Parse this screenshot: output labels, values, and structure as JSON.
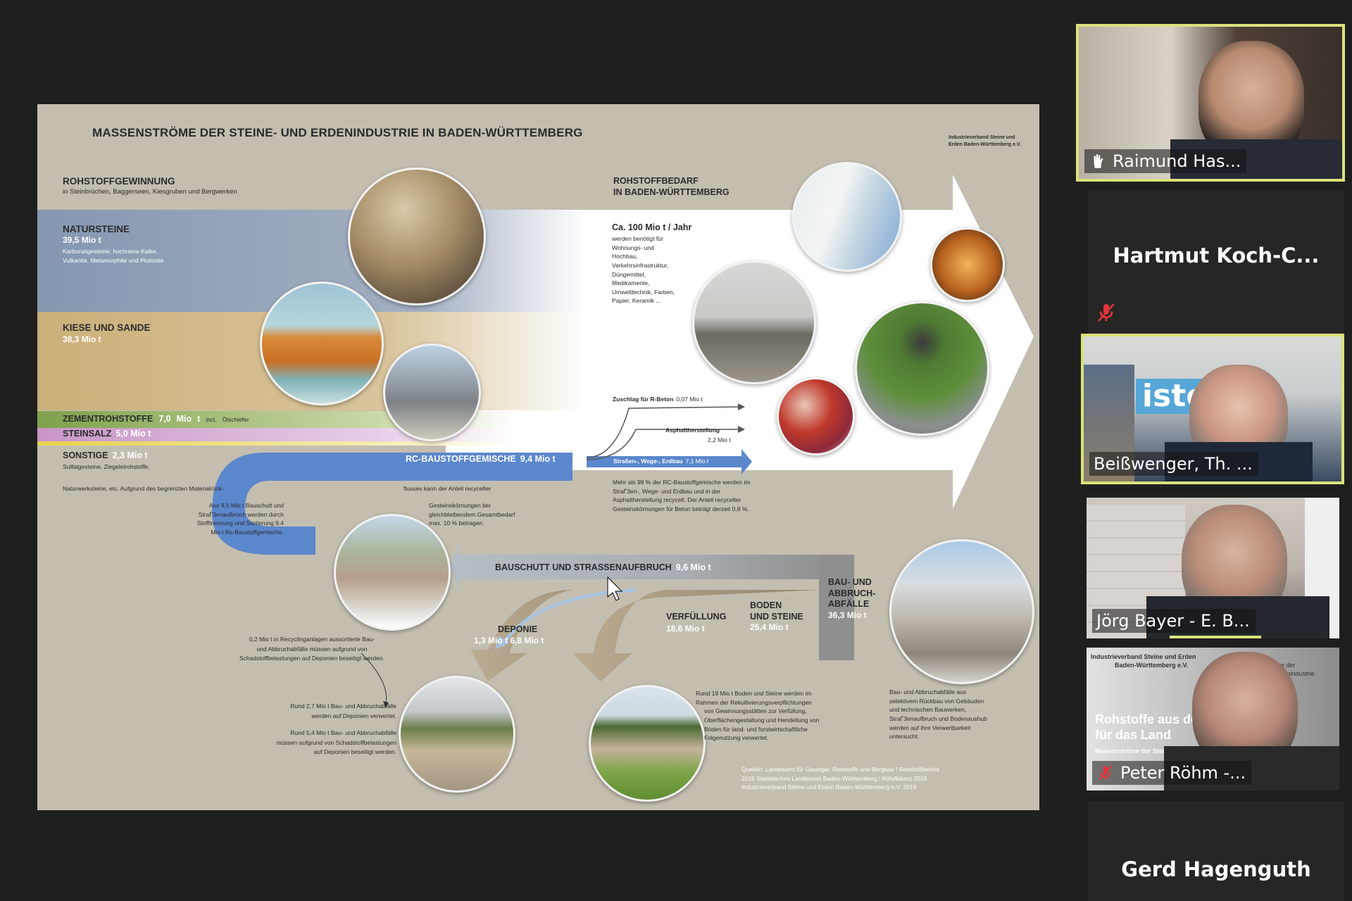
{
  "slide": {
    "title": "MASSENSTRÖME DER STEINE- UND ERDENINDUSTRIE IN BADEN-WÜRTTEMBERG",
    "org_line1": "Industrieverband Steine und",
    "org_line2": "Erden Baden-Württemberg e.V.",
    "rohstoffgewinnung": {
      "heading": "ROHSTOFFGEWINNUNG",
      "subtitle": "in Steinbrüchen, Baggerseen, Kiesgruben und Bergwerken"
    },
    "natursteine": {
      "heading": "NATURSTEINE",
      "amount": "39,5 Mio t",
      "desc1": "Karbonatgesteine, hochreine Kalke,",
      "desc2": "Vulkanite, Metamorphite und Plutonite"
    },
    "kiese": {
      "heading": "KIESE UND SANDE",
      "amount": "38,3 Mio t"
    },
    "zement": {
      "heading": "ZEMENTROHSTOFFE",
      "amount_num": "7,0",
      "amount_unit": "Mio",
      "amount_t": "t",
      "note": "incl.",
      "note2": "Ölschiefer"
    },
    "steinsalz": {
      "heading": "STEINSALZ",
      "amount": "5,0 Mio t"
    },
    "sonstige": {
      "heading": "SONSTIGE",
      "amount": "2,3 Mio t",
      "desc1": "Sulfatgesteine, Ziegeleirohstoffe,",
      "desc2": "Naturwerksteine, etc. Aufgrund des begrenzten Materialrück-",
      "desc3": "flusses kann der Anteil recycelter"
    },
    "bedarf": {
      "heading1": "ROHSTOFFBEDARF",
      "heading2": "IN BADEN-WÜRTTEMBERG",
      "amount": "Ca. 100 Mio t / Jahr",
      "lines": [
        "werden benötigt für",
        "Wohnungs- und",
        "Hochbau,",
        "Verkehrsinfrastruktur,",
        "Düngemittel,",
        "Medikamente,",
        "Umwelttechnik, Farben,",
        "Papier, Keramik ..."
      ]
    },
    "rc_beton": {
      "label": "Zuschlag für R-Beton",
      "amount": "0,07 Mio t"
    },
    "asphalt": {
      "label": "Asphaltherstellung",
      "amount": "2,2 Mio t"
    },
    "strassen": {
      "label": "Straßen-, Wege-, Erdbau",
      "amount": "7,1 Mio t"
    },
    "rc_mix": {
      "label": "RC-BAUSTOFFGEMISCHE",
      "amount": "9,4 Mio t"
    },
    "mehr_als": {
      "lines": [
        "Mehr als 99 % der RC-Baustoffgemische werden im",
        "StraЃ3en-, Wege- und Erdbau und in der",
        "Asphaltherstellung recycelt. Der Anteil recycelter",
        "Gesteinskörnungen für Beton beträgt derzeit 0,8 %."
      ]
    },
    "gestein": {
      "lines": [
        "Gesteinskörnungen bei",
        "gleichbleibendem Gesamtbedarf",
        "max. 10 % betragen."
      ]
    },
    "aus96": {
      "lines": [
        "Aus 9,6 Mio t Bauschutt und",
        "StraЃ3enaufbruch werden durch",
        "Stofftrennung und Sortierung 9,4",
        "Mio t Rc-Baustoffgemische."
      ]
    },
    "bauschutt": {
      "label": "BAUSCHUTT UND STRASSENAUFBRUCH",
      "amount": "9,6 Mio t"
    },
    "bau_abbruch": {
      "l1": "BAU- UND",
      "l2": "ABBRUCH-",
      "l3": "ABFÄLLE",
      "amount": "36,3 Mio t"
    },
    "boden": {
      "l1": "BODEN",
      "l2": "UND STEINE",
      "amount": "25,4 Mio t"
    },
    "verfuellung": {
      "label": "VERFÜLLUNG",
      "amount": "18,6 Mio t"
    },
    "deponie": {
      "label": "DEPONIE",
      "amount": "1,3 Mio t 6,8 Mio t"
    },
    "note_02": {
      "lines": [
        "0,2 Mio t in Recyclinganlagen aussortierte Bau-",
        "und Abbruchabfälle müssen aufgrund von",
        "Schadstoffbelastungen auf Deponien beseitigt werden."
      ]
    },
    "note_27": {
      "lines": [
        "Rund 2,7 Mio t Bau- und Abbruchabfälle",
        "werden auf Deponien verwertet."
      ]
    },
    "note_54": {
      "lines": [
        "Rund 5,4 Mio t Bau- und Abbruchabfälle",
        "müssen aufgrund von Schadstoffbelastungen",
        "auf Deponien beseitigt werden."
      ]
    },
    "note_19": {
      "lines": [
        "Rund 19 Mio t Boden und Steine werden im",
        "Rahmen der Rekultivierungsverpflichtungen",
        "von Gewinnungsstätten zur Verfüllung,",
        "Oberflächengestaltung und Herstellung von",
        "Böden für land- und forstwirtschaftliche",
        "Folgenutzung verwertet."
      ]
    },
    "note_bau": {
      "lines": [
        "Bau- und Abbruchabfälle aus",
        "selektivem Rückbau von Gebäuden",
        "und technischen Bauwerken,",
        "StraЃ3enaufbruch und Bodenaushub",
        "werden auf ihre Verwertbarkeit",
        "untersucht."
      ]
    },
    "quellen": {
      "lines": [
        "Quellen: Landesamt für Geologie, Rohstoffe und Bergbau ! Rohstoffbericht",
        "2015 Statistisches Landesamt Baden-Württemberg ! Abfallbilanz 2016",
        "Industrieverband Steine und Erden Baden-Württemberg e.V. 2016"
      ]
    }
  },
  "participants": [
    {
      "name": "Raimund Has...",
      "muted": false,
      "active": true
    },
    {
      "name": "Hartmut  Koch-C...",
      "muted": true,
      "video": false
    },
    {
      "name": "Beißwenger, Th. ...",
      "muted": false,
      "active": true
    },
    {
      "name": "Jörg Bayer - E. B...",
      "muted": false
    },
    {
      "name": "Peter Röhm -...",
      "muted": true
    },
    {
      "name": "Gerd Hagenguth",
      "muted": false,
      "video": false
    }
  ],
  "backdrop_text": {
    "peter_l1": "Industrieverband Steine und Erden",
    "peter_l2": "Baden-Württemberg e.V.",
    "peter_r1": "Rohstoffe aus der",
    "peter_r2": "für das Land",
    "peter_r3": "Massenströme der Steine",
    "peter_side1": "tröme der",
    "peter_side2": "d Erdenindustrie",
    "beiss_logo": "iste"
  },
  "colors": {
    "slide_bg": "#c3beb0",
    "natursteine_band": "#8597b0",
    "kiese_band": "#cbb07a",
    "zement_band": "#7fa14a",
    "steinsalz_band": "#c895c7",
    "sonstige_band": "#e6d34a",
    "rc_blue": "#5b87cc",
    "bauschutt_gray": "#9aa3ad",
    "deponie_tan": "#a8977a",
    "active_speaker": "#d9e27a"
  }
}
